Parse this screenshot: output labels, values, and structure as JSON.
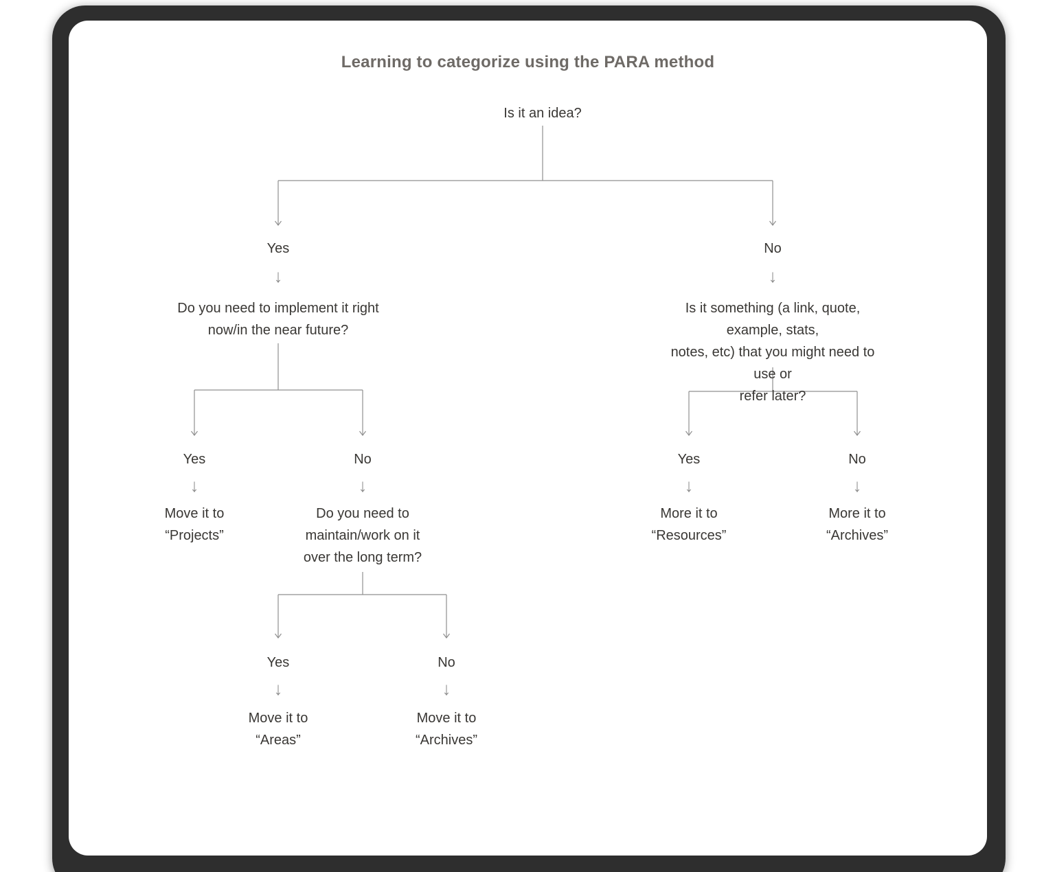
{
  "diagram": {
    "title": "Learning to categorize using the PARA method",
    "root": {
      "question": "Is it an idea?"
    },
    "idea_yes": {
      "label": "Yes",
      "question": "Do you need to implement it right\nnow/in the near future?",
      "implement_yes": {
        "label": "Yes",
        "result": "Move it to\n“Projects”"
      },
      "implement_no": {
        "label": "No",
        "question": "Do you need to\nmaintain/work on it\nover the long term?",
        "maintain_yes": {
          "label": "Yes",
          "result": "Move it to\n“Areas”"
        },
        "maintain_no": {
          "label": "No",
          "result": "Move it to\n“Archives”"
        }
      }
    },
    "idea_no": {
      "label": "No",
      "question": "Is it something (a link, quote, example, stats,\nnotes, etc) that you might need to use or\nrefer later?",
      "refer_yes": {
        "label": "Yes",
        "result": "More it to\n“Resources”"
      },
      "refer_no": {
        "label": "No",
        "result": "More it to\n“Archives”"
      }
    },
    "icons": {
      "down_arrow": "↓"
    },
    "colors": {
      "frame": "#2e2e2e",
      "card": "#ffffff",
      "title": "#6e6a66",
      "text": "#393734",
      "line": "#8f8f8f"
    }
  }
}
